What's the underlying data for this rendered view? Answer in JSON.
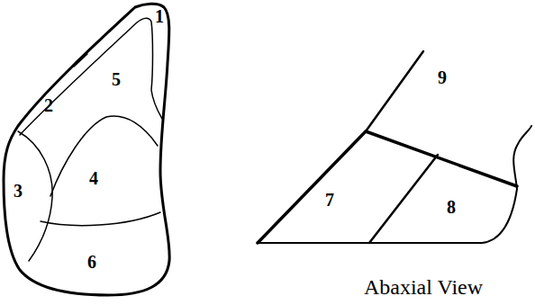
{
  "diagram": {
    "labels": [
      "1",
      "2",
      "5",
      "3",
      "4",
      "6",
      "9",
      "7",
      "8",
      "Abaxial View"
    ]
  }
}
